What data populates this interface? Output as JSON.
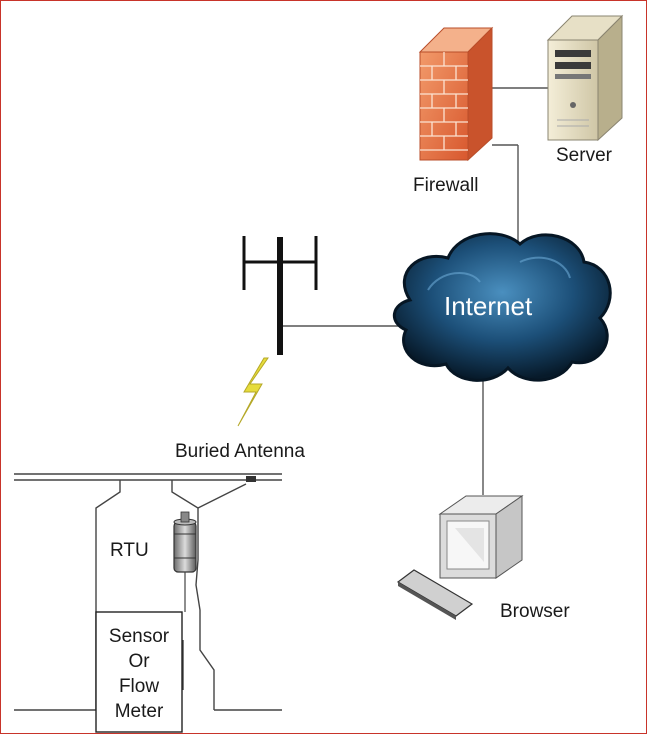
{
  "labels": {
    "server": "Server",
    "firewall": "Firewall",
    "internet": "Internet",
    "buried_antenna": "Buried Antenna",
    "rtu": "RTU",
    "sensor_line1": "Sensor",
    "sensor_line2": "Or",
    "sensor_line3": "Flow",
    "sensor_line4": "Meter",
    "browser": "Browser"
  },
  "icons": [
    "server-icon",
    "firewall-icon",
    "cloud-icon",
    "cell-tower-icon",
    "lightning-icon",
    "rtu-icon",
    "computer-icon",
    "keyboard-icon"
  ],
  "colors": {
    "frame": "#c8342a",
    "firewall": "#e8744a",
    "cloud": "#1c4f78",
    "lightning": "#e6dc3c",
    "lines": "#555555"
  }
}
